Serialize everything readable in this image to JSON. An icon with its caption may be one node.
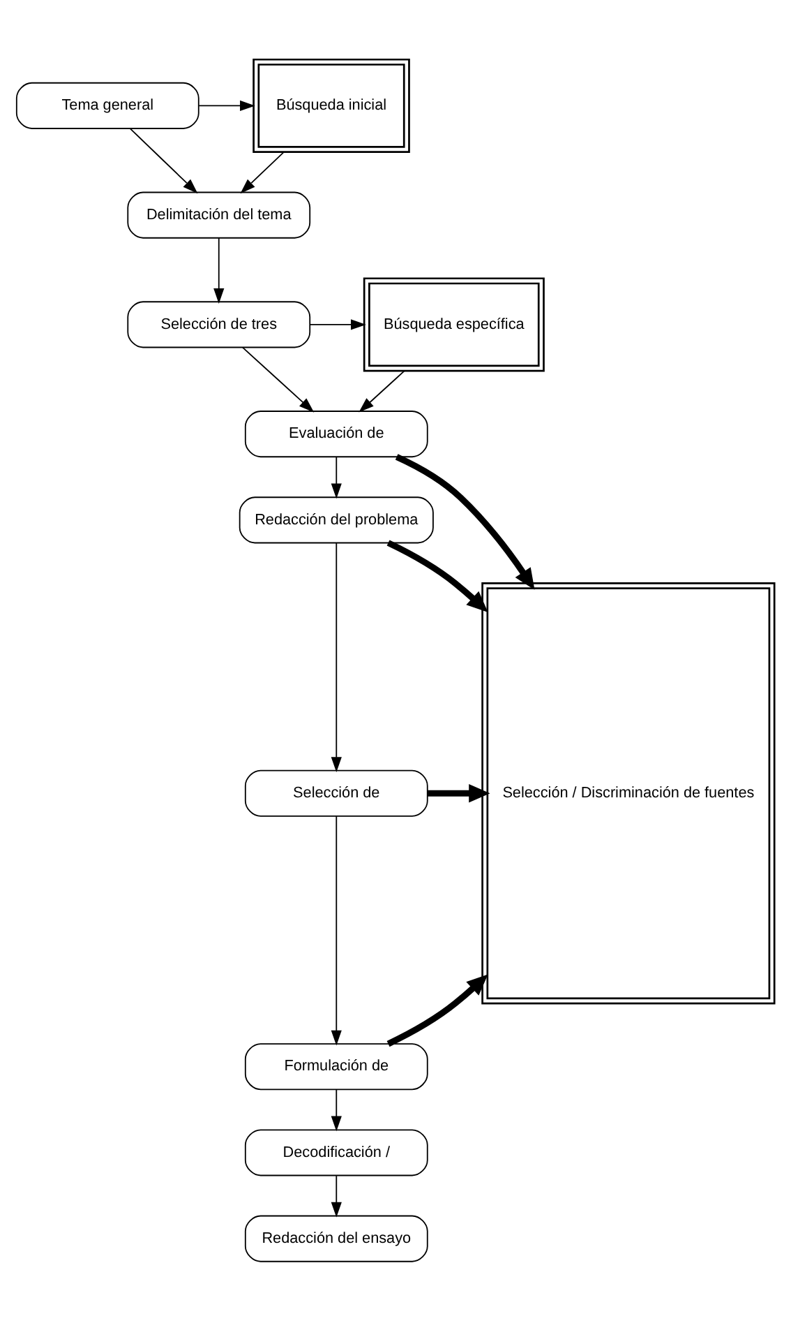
{
  "diagram": {
    "nodes": [
      {
        "text": [
          "Tema general"
        ]
      },
      {
        "text": [
          "Búsqueda inicial"
        ]
      },
      {
        "text": [
          "Delimitación del tema"
        ]
      },
      {
        "text": [
          "Selección de tres"
        ]
      },
      {
        "text": [
          "Búsqueda específica"
        ]
      },
      {
        "text": [
          "Evaluación de"
        ]
      },
      {
        "text": [
          "Redacción del problema"
        ]
      },
      {
        "text": [
          "Selección de"
        ]
      },
      {
        "text": [
          "Formulación de"
        ]
      },
      {
        "text": [
          "Decodificación /"
        ]
      },
      {
        "text": [
          "Redacción del ensayo"
        ]
      },
      {
        "text": [
          "Selección / Discriminación de fuentes"
        ]
      }
    ],
    "edges": [
      {
        "from": 0,
        "to": 1,
        "arrow": "to"
      },
      {
        "from": 0,
        "to": 2,
        "arrow": "to"
      },
      {
        "from": 1,
        "to": 2,
        "arrow": "to"
      },
      {
        "from": 2,
        "to": 3,
        "arrow": "to"
      },
      {
        "from": 3,
        "to": 4,
        "arrow": "to"
      },
      {
        "from": 3,
        "to": 5,
        "arrow": "to"
      },
      {
        "from": 4,
        "to": 5,
        "arrow": "to"
      },
      {
        "from": 5,
        "to": 11,
        "arrow": "to",
        "style": "thick"
      },
      {
        "from": 5,
        "to": 6,
        "arrow": "to"
      },
      {
        "from": 6,
        "to": 11,
        "arrow": "to",
        "style": "thick"
      },
      {
        "from": 6,
        "to": 7,
        "arrow": "to"
      },
      {
        "from": 7,
        "to": 11,
        "arrow": "to",
        "style": "thick"
      },
      {
        "from": 7,
        "to": 8,
        "arrow": "to"
      },
      {
        "from": 8,
        "to": 11,
        "arrow": "to",
        "style": "thick"
      },
      {
        "from": 8,
        "to": 9,
        "arrow": "to"
      },
      {
        "from": 9,
        "to": 10,
        "arrow": "to"
      }
    ]
  }
}
